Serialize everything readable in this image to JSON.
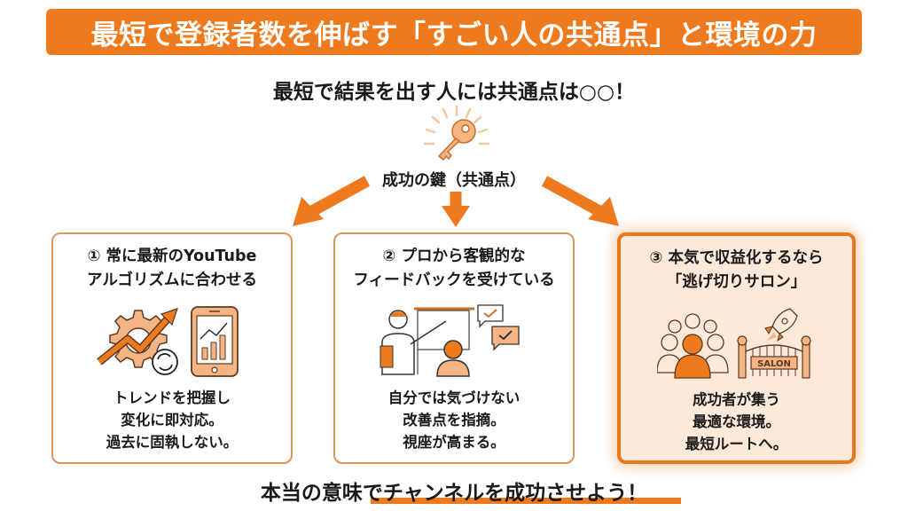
{
  "banner": {
    "title": "最短で登録者数を伸ばす「すごい人の共通点」と環境の力"
  },
  "subtitle": "最短で結果を出す人には共通点は○○！",
  "key": {
    "icon": "key-icon",
    "label": "成功の鍵（共通点）"
  },
  "colors": {
    "accent": "#ee7a1d",
    "card_border": "#d9955a",
    "highlight_bg": "#fde9d9",
    "icon_fill": "#f4b483",
    "text": "#1a1a1a"
  },
  "cards": [
    {
      "title_line1": "① 常に最新のYouTube",
      "title_line2": "アルゴリズムに合わせる",
      "icons": [
        "gear-trend-arrow-icon",
        "refresh-icon",
        "smartphone-chart-icon"
      ],
      "body": [
        "トレンドを把握し",
        "変化に即対応。",
        "過去に固執しない。"
      ]
    },
    {
      "title_line1": "② プロから客観的な",
      "title_line2": "フィードバックを受けている",
      "icons": [
        "presenter-icon",
        "whiteboard-icon",
        "listener-icon",
        "checkmark-bubble-icon"
      ],
      "body": [
        "自分では気づけない",
        "改善点を指摘。",
        "視座が高まる。"
      ]
    },
    {
      "title_line1": "③ 本気で収益化するなら",
      "title_line2": "「逃げ切りサロン」",
      "icons": [
        "community-icon",
        "rocket-icon",
        "salon-gate-icon"
      ],
      "gate_sign": "SALON",
      "body": [
        "成功者が集う",
        "最適な環境。",
        "最短ルートへ。"
      ]
    }
  ],
  "footer": "本当の意味でチャンネルを成功させよう！"
}
